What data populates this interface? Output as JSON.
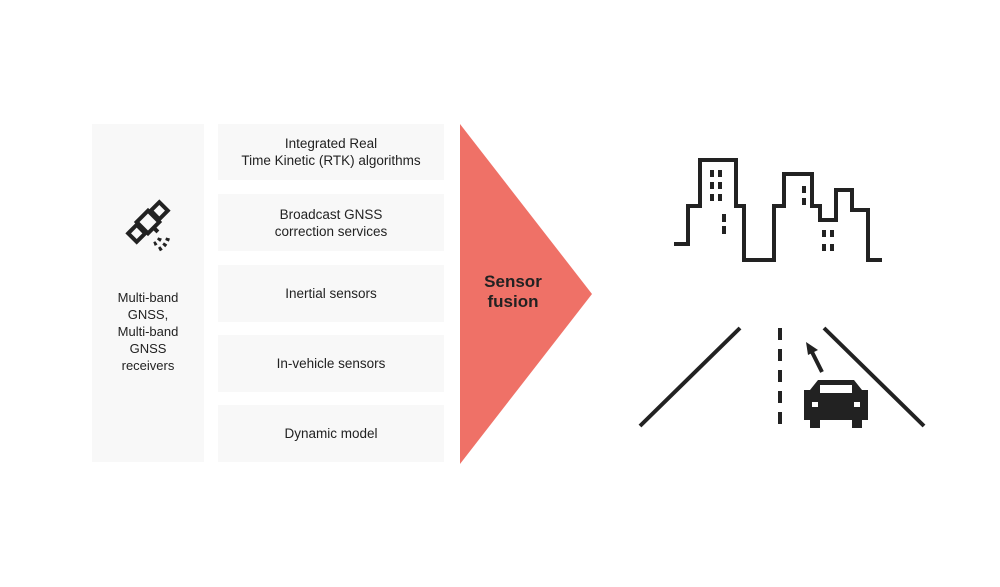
{
  "receivers": {
    "label_lines": [
      "Multi-band",
      "GNSS,",
      "Multi-band",
      "GNSS",
      "receivers"
    ],
    "icon": "satellite-icon"
  },
  "inputs": [
    {
      "lines": [
        "Integrated Real",
        "Time Kinetic (RTK) algorithms"
      ]
    },
    {
      "lines": [
        "Broadcast GNSS",
        "correction services"
      ]
    },
    {
      "lines": [
        "Inertial sensors"
      ]
    },
    {
      "lines": [
        "In-vehicle sensors"
      ]
    },
    {
      "lines": [
        "Dynamic model"
      ]
    }
  ],
  "fusion": {
    "label_lines": [
      "Sensor",
      "fusion"
    ],
    "color": "#ef7167"
  },
  "output": {
    "city_icon": "city-skyline-icon",
    "road_icon": "road-with-car-icon",
    "stroke_color": "#222222"
  }
}
